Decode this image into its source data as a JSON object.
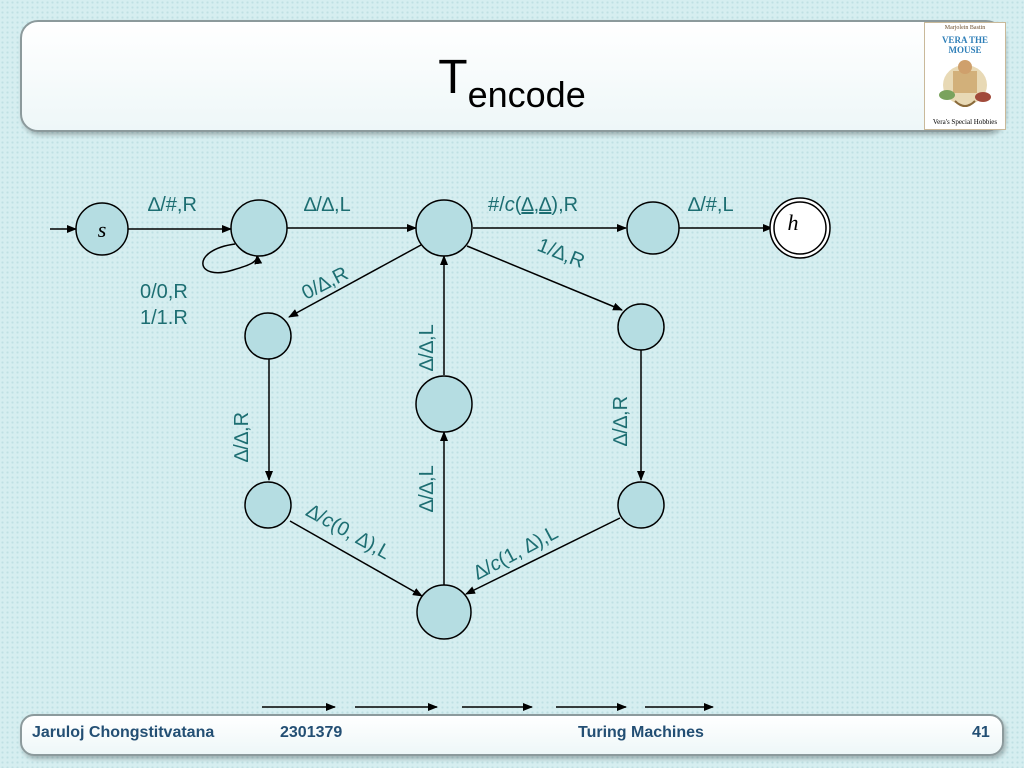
{
  "slide": {
    "title_main": "T",
    "title_sub": "encode",
    "logo": {
      "top_text": "Marjolein Bastin",
      "name": "VERA THE MOUSE",
      "bottom_text": "Vera's Special Hobbies"
    }
  },
  "diagram": {
    "states": [
      {
        "id": "s",
        "label": "s",
        "kind": "start"
      },
      {
        "id": "q1",
        "label": ""
      },
      {
        "id": "q2",
        "label": ""
      },
      {
        "id": "q3",
        "label": ""
      },
      {
        "id": "h",
        "label": "h",
        "kind": "halt"
      },
      {
        "id": "q5",
        "label": ""
      },
      {
        "id": "q6",
        "label": ""
      },
      {
        "id": "q7",
        "label": ""
      },
      {
        "id": "q8",
        "label": ""
      },
      {
        "id": "q9",
        "label": ""
      },
      {
        "id": "q10",
        "label": ""
      }
    ],
    "transitions": [
      {
        "from": "s",
        "to": "q1",
        "label": "∆/#,R"
      },
      {
        "from": "q1",
        "to": "q1",
        "label_lines": [
          "0/0,R",
          "1/1.R"
        ]
      },
      {
        "from": "q1",
        "to": "q2",
        "label": "∆/∆,L"
      },
      {
        "from": "q2",
        "to": "q3",
        "label_parts": [
          "#/",
          "c",
          "(",
          "∆",
          ",",
          "∆",
          "),R"
        ]
      },
      {
        "from": "q3",
        "to": "h",
        "label": "∆/#,L"
      },
      {
        "from": "q2",
        "to": "q5",
        "label": "0/∆,R"
      },
      {
        "from": "q2",
        "to": "q7",
        "label": "1/∆,R"
      },
      {
        "from": "q5",
        "to": "q8",
        "label": "∆/∆,R"
      },
      {
        "from": "q7",
        "to": "q9",
        "label": "∆/∆,R"
      },
      {
        "from": "q8",
        "to": "q10",
        "label_parts": [
          "∆/",
          "c",
          "(0, ∆),L"
        ]
      },
      {
        "from": "q9",
        "to": "q10",
        "label_parts": [
          "∆/",
          "c",
          "(1, ∆),L"
        ]
      },
      {
        "from": "q10",
        "to": "q6",
        "label": "∆/∆,L"
      },
      {
        "from": "q6",
        "to": "q2",
        "label": "∆/∆,L"
      }
    ]
  },
  "footer": {
    "author": "Jaruloj Chongstitvatana",
    "course": "2301379",
    "topic": "Turing Machines",
    "page": "41"
  },
  "colors": {
    "state_fill": "#b5dde2",
    "label_teal": "#1d6e72",
    "footer_text": "#234f74"
  }
}
